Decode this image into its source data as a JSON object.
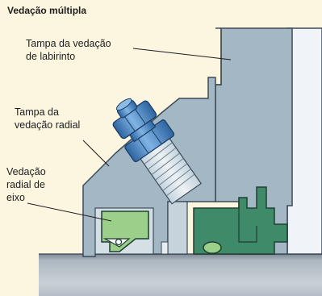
{
  "title": "Vedação múltipla",
  "labels": {
    "labyrinth_cover": [
      "Tampa da vedação",
      "de labirinto"
    ],
    "radial_seal_cover": [
      "Tampa da",
      "vedação radial"
    ],
    "shaft_radial_seal": [
      "Vedação",
      "radial de",
      "eixo"
    ]
  },
  "colors": {
    "background": "#fcf6e1",
    "housing_blue": "#a3b8c4",
    "labyrinth_green": "#3f8a69",
    "seal_green": "#9ccf8a",
    "bolt_blue": "#4f8cc4",
    "shaft_grey": "#a8b3bd"
  }
}
